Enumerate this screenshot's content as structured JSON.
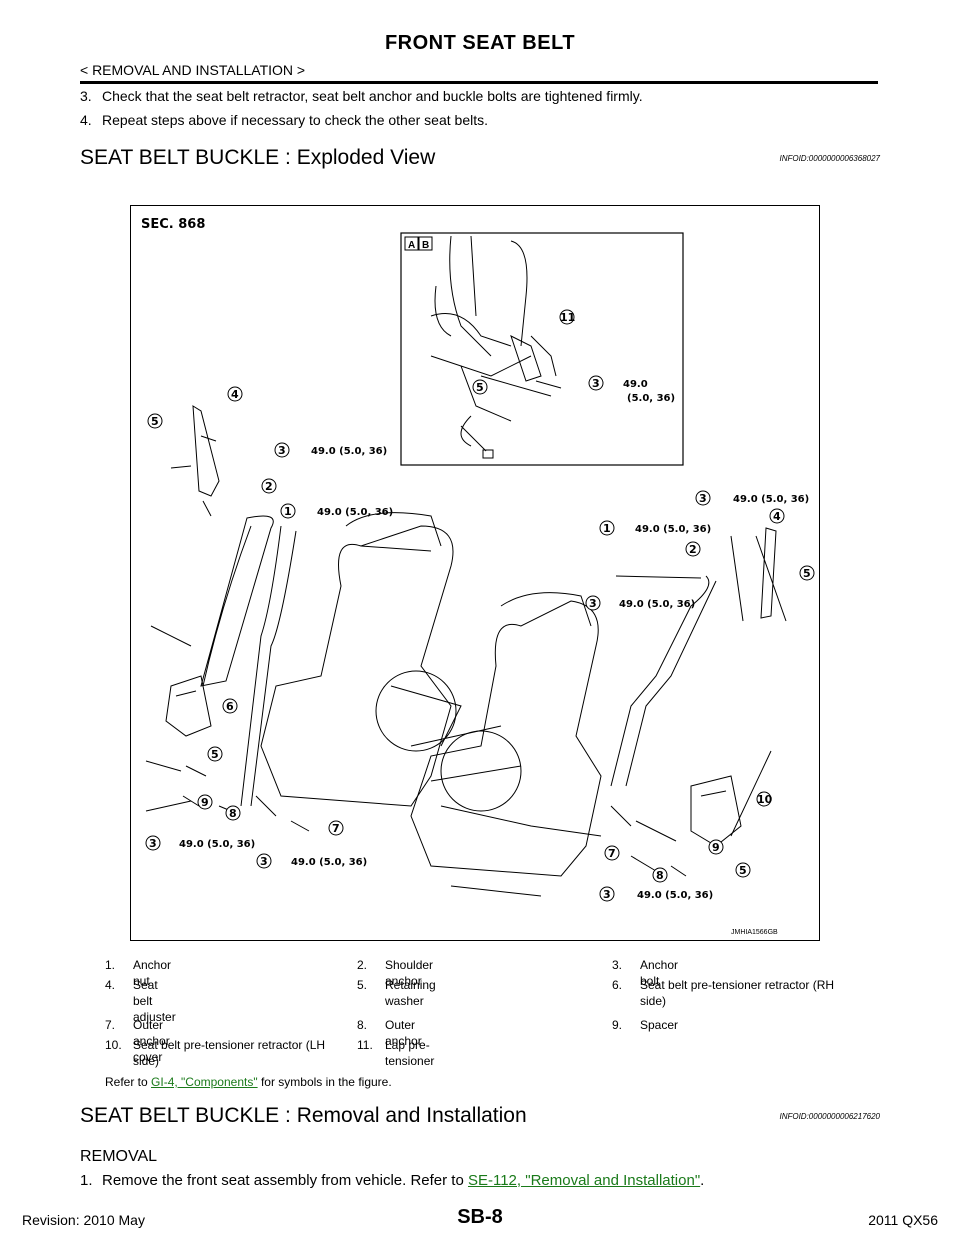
{
  "header": {
    "title": "FRONT SEAT BELT",
    "subtitle": "< REMOVAL AND INSTALLATION >"
  },
  "steps_top": [
    {
      "num": "3.",
      "text": "Check that the seat belt retractor, seat belt anchor and buckle bolts are tightened firmly."
    },
    {
      "num": "4.",
      "text": "Repeat steps above if necessary to check the other seat belts."
    }
  ],
  "section1": {
    "title": "SEAT BELT BUCKLE : Exploded View",
    "info": "INFOID:0000000006368027"
  },
  "figure": {
    "sec_label": "SEC. 868",
    "figure_id": "JMHIA1566GB",
    "torque_single": "49.0 (5.0, 36)",
    "torque_line1": "49.0",
    "torque_line2": "(5.0, 36)",
    "inset_labels": [
      "A",
      "B"
    ]
  },
  "legend": [
    {
      "num": "1.",
      "text": "Anchor nut"
    },
    {
      "num": "2.",
      "text": "Shoulder anchor"
    },
    {
      "num": "3.",
      "text": "Anchor bolt"
    },
    {
      "num": "4.",
      "text": "Seat belt adjuster"
    },
    {
      "num": "5.",
      "text": "Retaining washer"
    },
    {
      "num": "6.",
      "text": "Seat belt pre-tensioner retractor (RH side)"
    },
    {
      "num": "7.",
      "text": "Outer anchor cover"
    },
    {
      "num": "8.",
      "text": "Outer anchor"
    },
    {
      "num": "9.",
      "text": "Spacer"
    },
    {
      "num": "10.",
      "text": "Seat belt pre-tensioner retractor (LH side)"
    },
    {
      "num": "11.",
      "text": "Lap pre-tensioner"
    }
  ],
  "refer": {
    "prefix": "Refer to ",
    "link": "GI-4, \"Components\"",
    "suffix": " for symbols in the figure."
  },
  "section2": {
    "title": "SEAT BELT BUCKLE : Removal and Installation",
    "info": "INFOID:0000000006217620"
  },
  "removal": {
    "heading": "REMOVAL",
    "step_num": "1.",
    "step_text": "Remove the front seat assembly from vehicle. Refer to ",
    "step_link": "SE-112, \"Removal and Installation\"",
    "step_end": "."
  },
  "footer": {
    "revision": "Revision: 2010 May",
    "page": "SB-8",
    "model": "2011 QX56"
  }
}
